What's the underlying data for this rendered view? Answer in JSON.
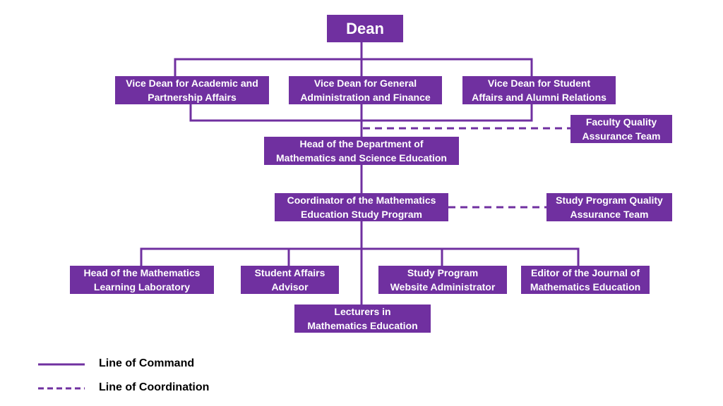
{
  "theme": {
    "box_color": "#7030A0",
    "line_color": "#7030A0",
    "text_color": "#FFFFFF"
  },
  "nodes": {
    "dean": {
      "lines": [
        "Dean"
      ]
    },
    "vd_academic": {
      "lines": [
        "Vice Dean for Academic and",
        "Partnership Affairs"
      ]
    },
    "vd_general": {
      "lines": [
        "Vice Dean for General",
        "Administration and Finance"
      ]
    },
    "vd_student": {
      "lines": [
        "Vice Dean for Student",
        "Affairs and Alumni Relations"
      ]
    },
    "faculty_qa": {
      "lines": [
        "Faculty Quality",
        "Assurance Team"
      ]
    },
    "head_dept": {
      "lines": [
        "Head of the Department of",
        "Mathematics and Science Education"
      ]
    },
    "coordinator": {
      "lines": [
        "Coordinator of the Mathematics",
        "Education Study Program"
      ]
    },
    "program_qa": {
      "lines": [
        "Study Program Quality",
        "Assurance Team"
      ]
    },
    "head_lab": {
      "lines": [
        "Head of the Mathematics",
        "Learning Laboratory"
      ]
    },
    "student_advisor": {
      "lines": [
        "Student Affairs",
        "Advisor"
      ]
    },
    "lecturers": {
      "lines": [
        "Lecturers in",
        "Mathematics Education"
      ]
    },
    "website_admin": {
      "lines": [
        "Study Program",
        "Website Administrator"
      ]
    },
    "journal_editor": {
      "lines": [
        "Editor of the Journal of",
        "Mathematics Education"
      ]
    }
  },
  "edges": [
    {
      "from": "dean",
      "to": "vd_academic",
      "type": "command"
    },
    {
      "from": "dean",
      "to": "vd_general",
      "type": "command"
    },
    {
      "from": "dean",
      "to": "vd_student",
      "type": "command"
    },
    {
      "from": "vice_deans",
      "to": "head_dept",
      "type": "command"
    },
    {
      "from": "vice_deans",
      "to": "faculty_qa",
      "type": "coordination"
    },
    {
      "from": "head_dept",
      "to": "coordinator",
      "type": "command"
    },
    {
      "from": "coordinator",
      "to": "program_qa",
      "type": "coordination"
    },
    {
      "from": "coordinator",
      "to": "head_lab",
      "type": "command"
    },
    {
      "from": "coordinator",
      "to": "student_advisor",
      "type": "command"
    },
    {
      "from": "coordinator",
      "to": "lecturers",
      "type": "command"
    },
    {
      "from": "coordinator",
      "to": "website_admin",
      "type": "command"
    },
    {
      "from": "coordinator",
      "to": "journal_editor",
      "type": "command"
    }
  ],
  "legend": {
    "command": "Line of Command",
    "coordination": "Line of Coordination"
  }
}
